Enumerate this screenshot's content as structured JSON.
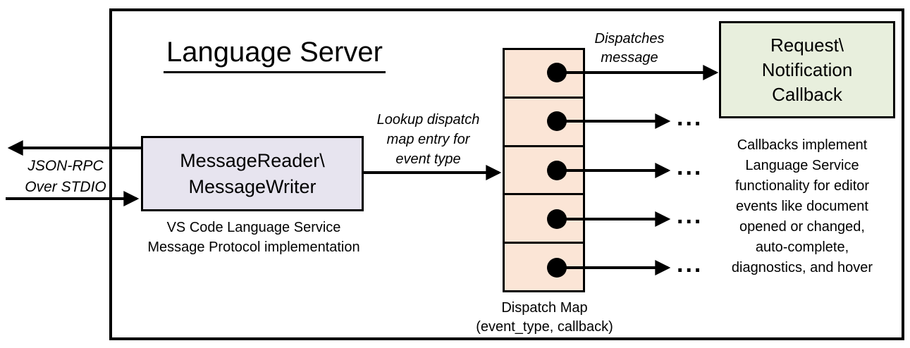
{
  "title": "Language Server",
  "left_io": {
    "label": "JSON-RPC\nOver STDIO"
  },
  "reader": {
    "label": "MessageReader\\\nMessageWriter",
    "caption": "VS Code Language Service\nMessage Protocol implementation"
  },
  "lookup_label": "Lookup dispatch\nmap entry for\nevent type",
  "dispatches_label": "Dispatches\nmessage",
  "dispatch_map": {
    "cell_count": 5,
    "caption": "Dispatch Map\n(event_type, callback)"
  },
  "callback": {
    "label": "Request\\\nNotification\nCallback",
    "note": "Callbacks implement\nLanguage Service\nfunctionality for editor\nevents like document\nopened or changed,\nauto-complete,\ndiagnostics, and hover"
  },
  "ellipsis": "...",
  "colors": {
    "cell_fill": "#fbe5d6",
    "reader_fill": "#e7e4ef",
    "callback_fill": "#e8efdd",
    "line": "#000000",
    "bg": "#ffffff"
  }
}
